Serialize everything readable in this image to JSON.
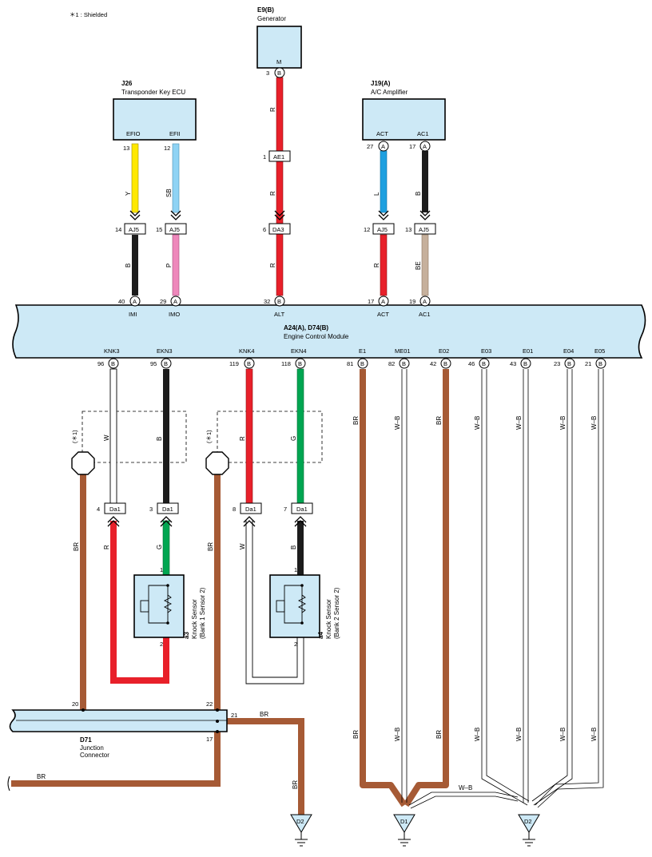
{
  "legend": {
    "note": "＊1 : Shielded"
  },
  "components": {
    "generator": {
      "code": "E9(B)",
      "name": "Generator",
      "terminal": "M"
    },
    "transponder": {
      "code": "J26",
      "name": "Transponder Key ECU",
      "terminals": [
        "EFIO",
        "EFII"
      ]
    },
    "ac_amp": {
      "code": "J19(A)",
      "name": "A/C Amplifier",
      "terminals": [
        "ACT",
        "AC1"
      ]
    },
    "ecm": {
      "code": "A24(A), D74(B)",
      "name": "Engine Control Module",
      "top_terminals": [
        "IMI",
        "IMO",
        "ALT",
        "ACT",
        "AC1"
      ],
      "bottom_terminals": [
        "KNK3",
        "EKN3",
        "KNK4",
        "EKN4",
        "E1",
        "ME01",
        "E02",
        "E03",
        "E01",
        "E04",
        "E05"
      ]
    },
    "knock1": {
      "code": "a3",
      "name": "Knock Sensor",
      "sub": "(Bank 1 Sensor 2)"
    },
    "knock2": {
      "code": "a4",
      "name": "Knock Sensor",
      "sub": "(Bank 2 Sensor 2)"
    },
    "junction": {
      "code": "D71",
      "name": "Junction",
      "name2": "Connector"
    }
  },
  "connectors": {
    "ae1": "AE1",
    "da3": "DA3",
    "aj5": "AJ5",
    "da1": "Da1"
  },
  "pins": {
    "gen_m": "3",
    "ae1": "1",
    "da3": "6",
    "ecm_alt": "32",
    "efio": "13",
    "efii": "12",
    "aj5_a": "14",
    "aj5_b": "15",
    "ecm_imi": "40",
    "ecm_imo": "29",
    "act": "27",
    "ac1": "17",
    "aj5_c": "12",
    "aj5_d": "13",
    "ecm_act": "17",
    "ecm_ac1": "19",
    "knk3": "96",
    "ekn3": "95",
    "knk4": "119",
    "ekn4": "118",
    "e1": "81",
    "me01": "82",
    "e02": "42",
    "e03": "46",
    "e01": "43",
    "e04": "23",
    "e05": "21",
    "da1_a": "4",
    "da1_b": "3",
    "da1_c": "8",
    "da1_d": "7",
    "s1_1": "1",
    "s1_2": "2",
    "s2_1": "1",
    "s2_2": "2",
    "j20": "20",
    "j22": "22",
    "j21": "21",
    "j17": "17"
  },
  "pin_letters": {
    "a": "A",
    "b": "B"
  },
  "wires": {
    "R": "R",
    "Y": "Y",
    "SB": "SB",
    "B": "B",
    "P": "P",
    "L": "L",
    "BE": "BE",
    "W": "W",
    "G": "G",
    "BR": "BR",
    "WB": "W–B"
  },
  "shield_mark": "(＊1)",
  "grounds": {
    "d1": "D1",
    "d2": "D2"
  },
  "colors": {
    "red": "#e8202a",
    "black": "#1c1c1c",
    "yellow": "#ffe800",
    "skyblue": "#8fd3f4",
    "pink": "#ee88bb",
    "blue": "#1ea0e0",
    "beige": "#c6b09c",
    "green": "#00a651",
    "brown": "#a65a35",
    "white": "#ffffff",
    "box": "#cde9f6"
  }
}
